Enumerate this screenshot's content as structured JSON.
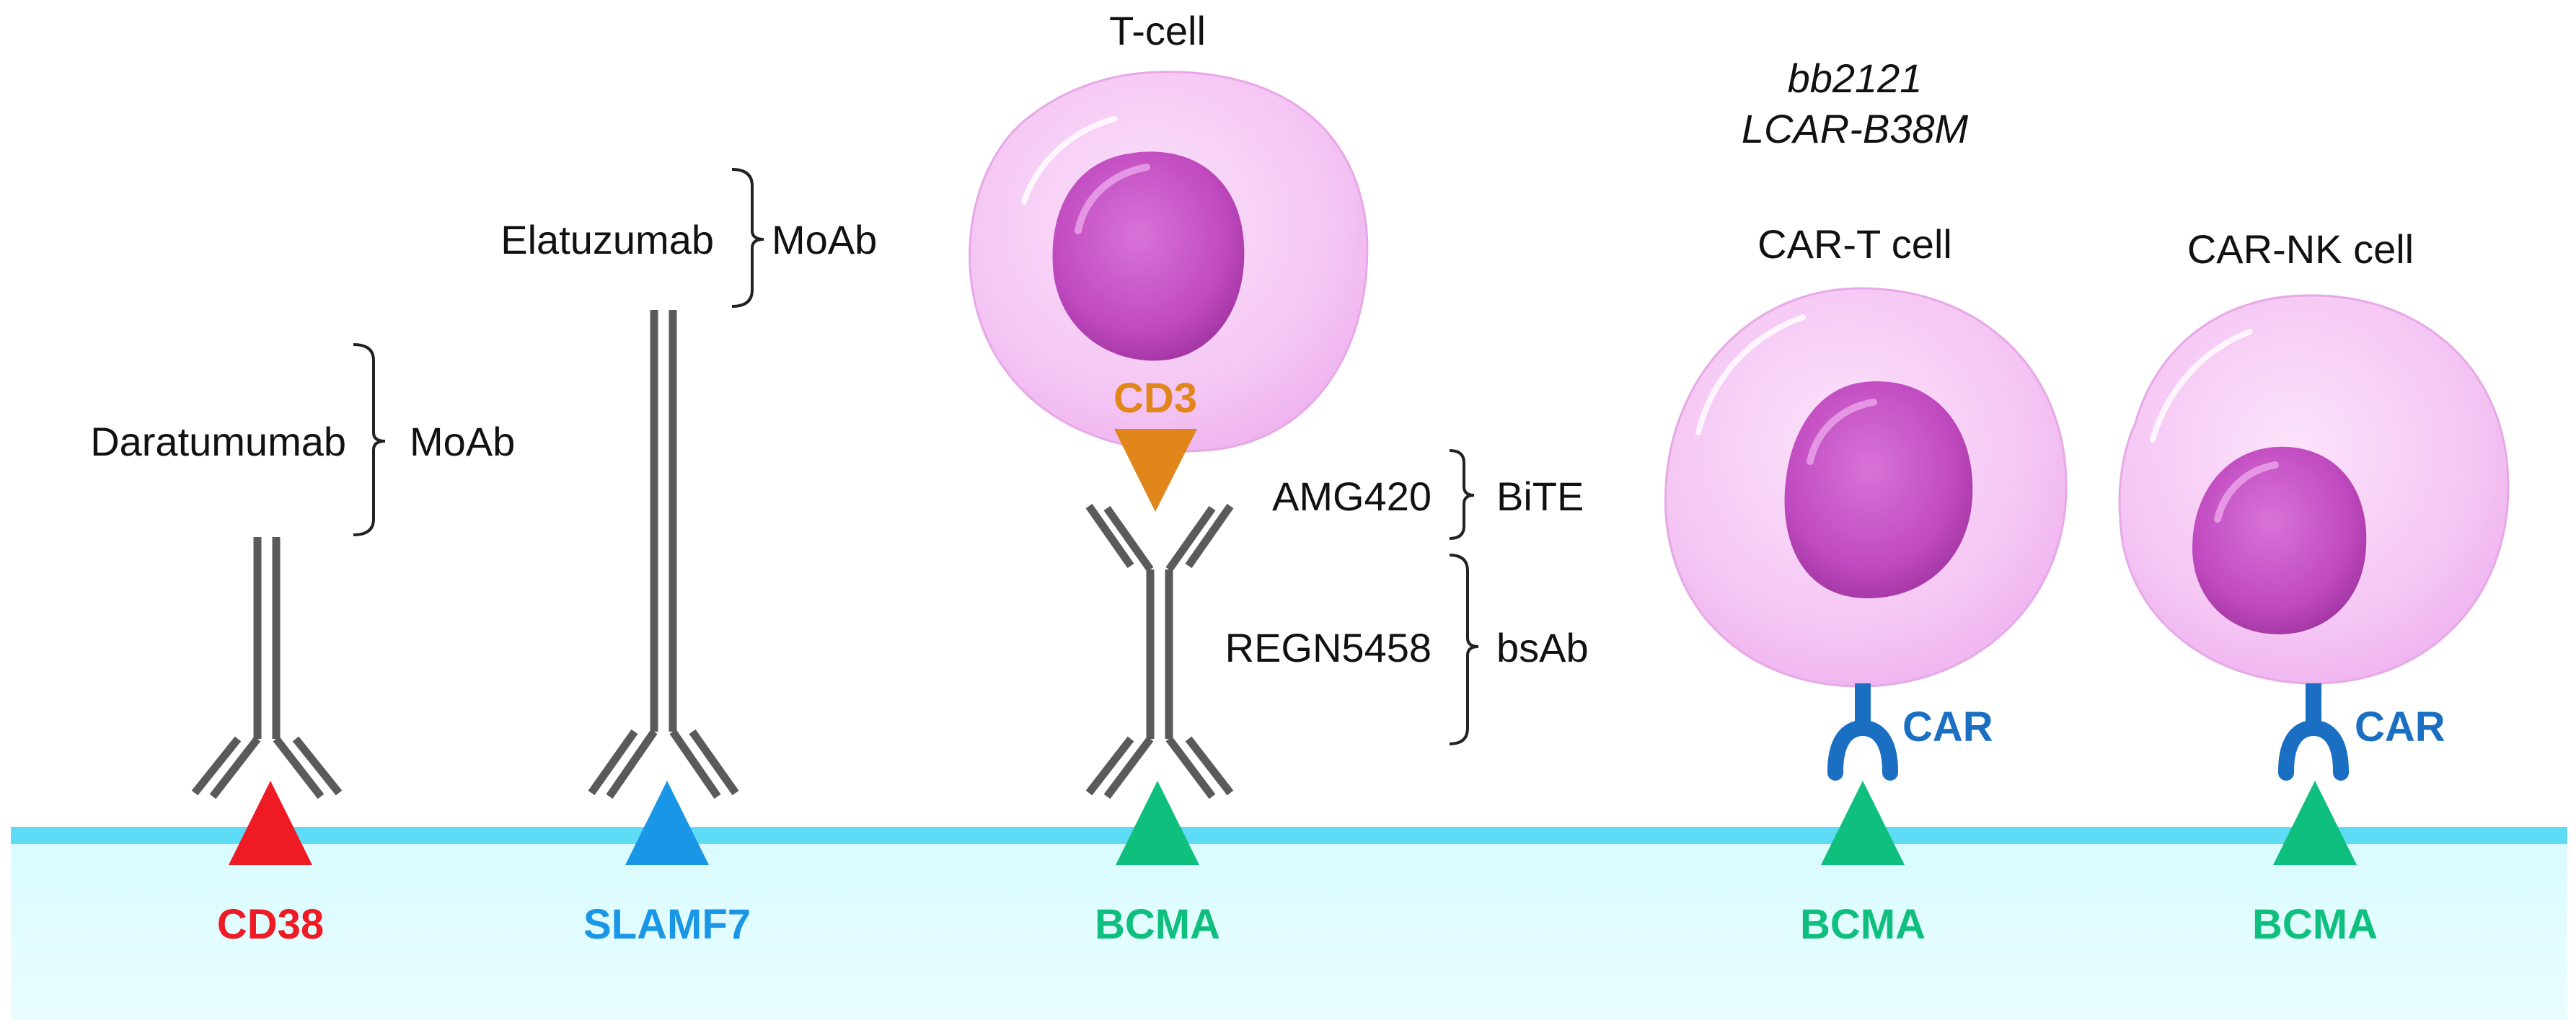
{
  "colors": {
    "cd38": "#ee1b24",
    "slamf7": "#1a96e6",
    "bcma": "#0fbf7d",
    "cd3": "#e0861a",
    "car": "#1a6fc2",
    "membrane": "#5fdcf5",
    "cytoplasm": "#f5c6f4",
    "nucleus": "#c84fc8",
    "antibody": "#5a5a5a"
  },
  "targets": {
    "cd38": "CD38",
    "slamf7": "SLAMF7",
    "bcma_1": "BCMA",
    "bcma_2": "BCMA",
    "bcma_3": "BCMA"
  },
  "antibodies": {
    "daratumumab": {
      "name": "Daratumumab",
      "class": "MoAb"
    },
    "elatuzumab": {
      "name": "Elatuzumab",
      "class": "MoAb"
    },
    "amg420": {
      "name": "AMG420",
      "class": "BiTE"
    },
    "regn5458": {
      "name": "REGN5458",
      "class": "bsAb"
    }
  },
  "cells": {
    "t_cell": {
      "label": "T-cell",
      "receptor": "CD3"
    },
    "car_t": {
      "label": "CAR-T cell",
      "receptor": "CAR",
      "products": [
        "bb2121",
        "LCAR-B38M"
      ]
    },
    "car_nk": {
      "label": "CAR-NK cell",
      "receptor": "CAR"
    }
  },
  "icons": [
    "antibody-icon",
    "bispecific-antibody-icon",
    "car-receptor-icon",
    "target-antigen-icon"
  ]
}
